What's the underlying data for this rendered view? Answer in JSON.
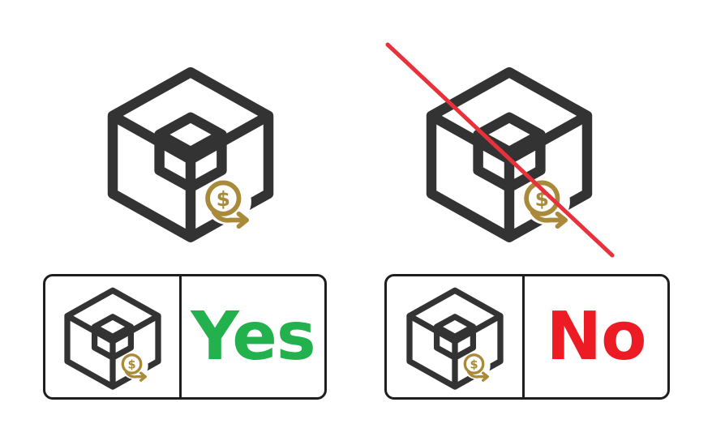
{
  "options": [
    {
      "id": "yes",
      "label": "Yes",
      "label_color": "#22b14c",
      "crossed_out": false,
      "icon": "cube-with-dollar-transfer-icon"
    },
    {
      "id": "no",
      "label": "No",
      "label_color": "#ed1c24",
      "crossed_out": true,
      "icon": "cube-with-dollar-transfer-icon"
    }
  ],
  "colors": {
    "outline": "#333333",
    "coin": "#a88a3a",
    "strike": "#e8313a"
  }
}
